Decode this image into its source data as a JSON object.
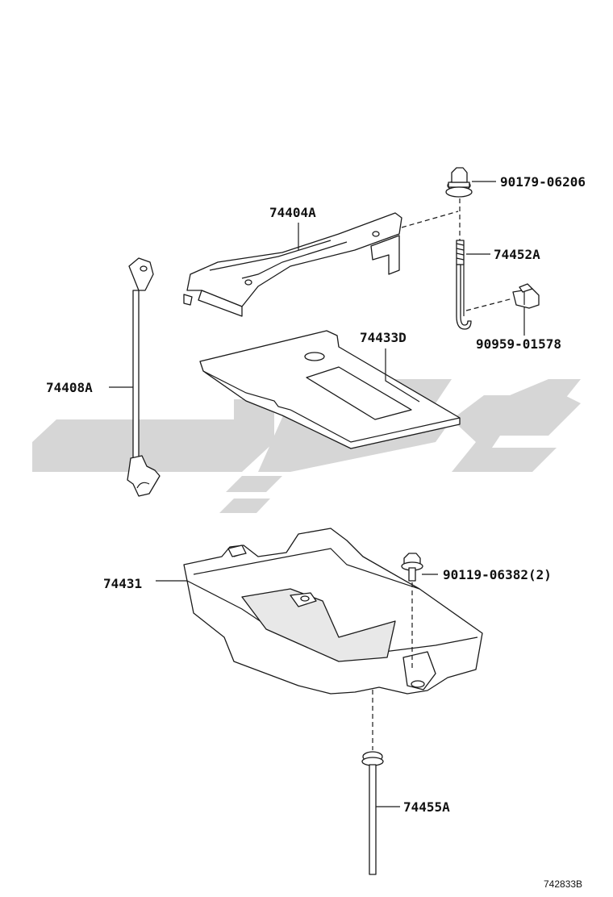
{
  "diagram": {
    "parts": [
      {
        "id": "p1",
        "number": "90179-06206"
      },
      {
        "id": "p2",
        "number": "74404A"
      },
      {
        "id": "p3",
        "number": "74452A"
      },
      {
        "id": "p4",
        "number": "90959-01578"
      },
      {
        "id": "p5",
        "number": "74433D"
      },
      {
        "id": "p6",
        "number": "74408A"
      },
      {
        "id": "p7",
        "number": "74431"
      },
      {
        "id": "p8",
        "number": "90119-06382(2)"
      },
      {
        "id": "p9",
        "number": "74455A"
      }
    ],
    "figure_code": "742833B"
  },
  "colors": {
    "line": "#1a1a1a",
    "watermark": "#d6d6d6",
    "background": "#ffffff"
  }
}
